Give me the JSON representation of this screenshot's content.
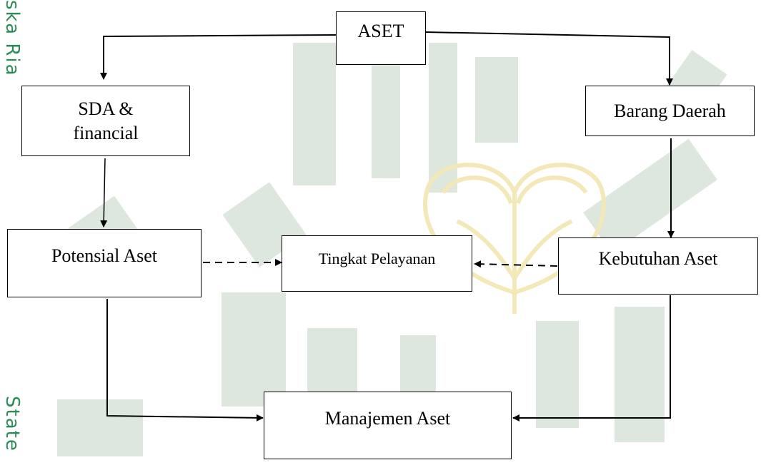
{
  "boxes": {
    "aset": "ASET",
    "sda": "SDA & financial",
    "barang": "Barang Daerah",
    "potensial": "Potensial Aset",
    "tingkat": "Tingkat Pelayanan",
    "kebutuhan": "Kebutuhan Aset",
    "manajemen": "Manajemen Aset"
  },
  "side_text": {
    "top": "ska Ria",
    "bottom": "State"
  },
  "colors": {
    "watermark_green": "#d7e3d7",
    "watermark_gold": "#f5edc9",
    "side_text": "#2e8b57"
  }
}
